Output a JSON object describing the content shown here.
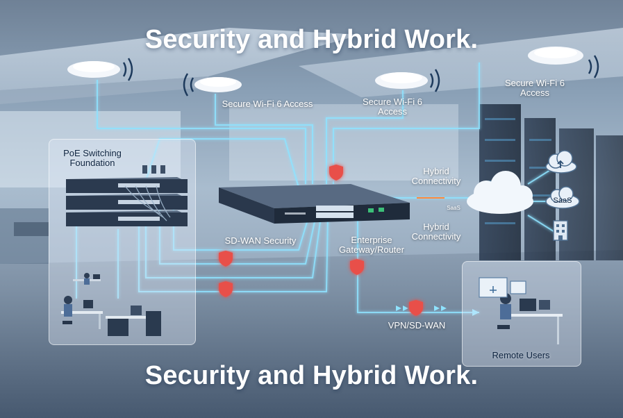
{
  "title_top": "Security and Hybrid Work.",
  "title_bottom": "Security and Hybrid Work.",
  "labels": {
    "poe": "PoE Switching\nFoundation",
    "wifi_1": "Secure Wi-Fi 6 Access",
    "wifi_2": "Secure Wi-Fi 6\nAccess",
    "wifi_3": "Secure Wi-Fi 6\nAccess",
    "hybrid_1": "Hybrid\nConnectivity",
    "hybrid_2": "Hybrid\nConnectivity",
    "saas": "SaaS",
    "saas_small": "SaaS",
    "sdwan_security": "SD-WAN Security",
    "gateway": "Enterprise\nGateway/Router",
    "vpn": "VPN/SD-WAN",
    "remote_users": "Remote Users"
  },
  "icons": [
    "wifi-access-point-icon",
    "shield-icon",
    "cloud-icon",
    "cloud-upload-icon",
    "building-icon",
    "switch-icon",
    "router-icon",
    "user-at-desk-icon"
  ],
  "colors": {
    "link": "#3ec7ff",
    "shield": "#e8504a",
    "accent_orange": "#ff8a3c",
    "title": "#ffffff"
  }
}
